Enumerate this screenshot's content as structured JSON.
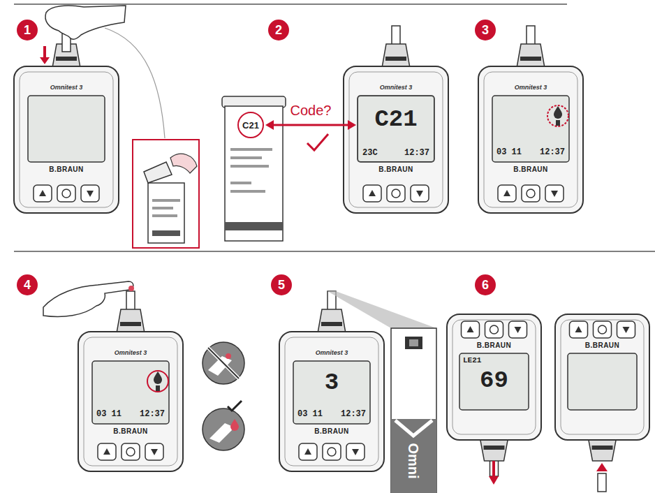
{
  "diagram": {
    "nodes": [
      {
        "text": [
          "1"
        ]
      },
      {
        "text": [
          "2"
        ]
      },
      {
        "text": [
          "C21"
        ]
      },
      {
        "text": [
          "C21",
          "23C",
          "12:37"
        ]
      },
      {
        "text": [
          "3"
        ]
      },
      {
        "text": [
          "4"
        ]
      },
      {
        "text": [
          "5"
        ]
      },
      {
        "text": [
          "6"
        ]
      }
    ],
    "edges": [
      {
        "from": 2,
        "to": 3,
        "arrow": "both",
        "label": "Code?"
      }
    ],
    "labels": [
      "Omnitest 3",
      "B.BRAUN",
      "Omnitest 3",
      "B.BRAUN",
      "Omnitest 3",
      "03 11",
      "12:37",
      "B.BRAUN",
      "Omnitest 3",
      "03 11",
      "12:37",
      "B.BRAUN",
      "Omnitest 3",
      "3",
      "03 11",
      "12:37",
      "B.BRAUN",
      "Omni",
      "B.BRAUN",
      "LE21",
      "69",
      "B.BRAUN"
    ]
  }
}
